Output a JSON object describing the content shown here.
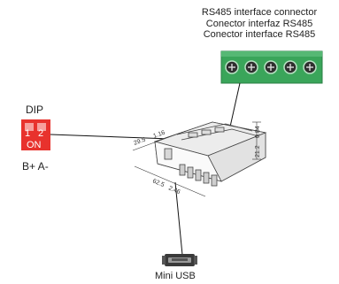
{
  "rs485": {
    "label_en": "RS485 interface connector",
    "label_es": "Conector interfaz RS485",
    "label_pt": "Conector interface RS485",
    "terminal_count": 5,
    "color": "#3aa55a"
  },
  "dip": {
    "title": "DIP",
    "switch_numbers": [
      "1",
      "2"
    ],
    "state_label": "ON",
    "polarity": "B+ A-",
    "color": "#e8322d"
  },
  "usb": {
    "label": "Mini USB"
  },
  "dimensions": {
    "depth": "29.5",
    "depth_in": "1.16",
    "height": "21.2",
    "height_in": "0.84",
    "width": "62.5",
    "width_in": "2.46"
  }
}
